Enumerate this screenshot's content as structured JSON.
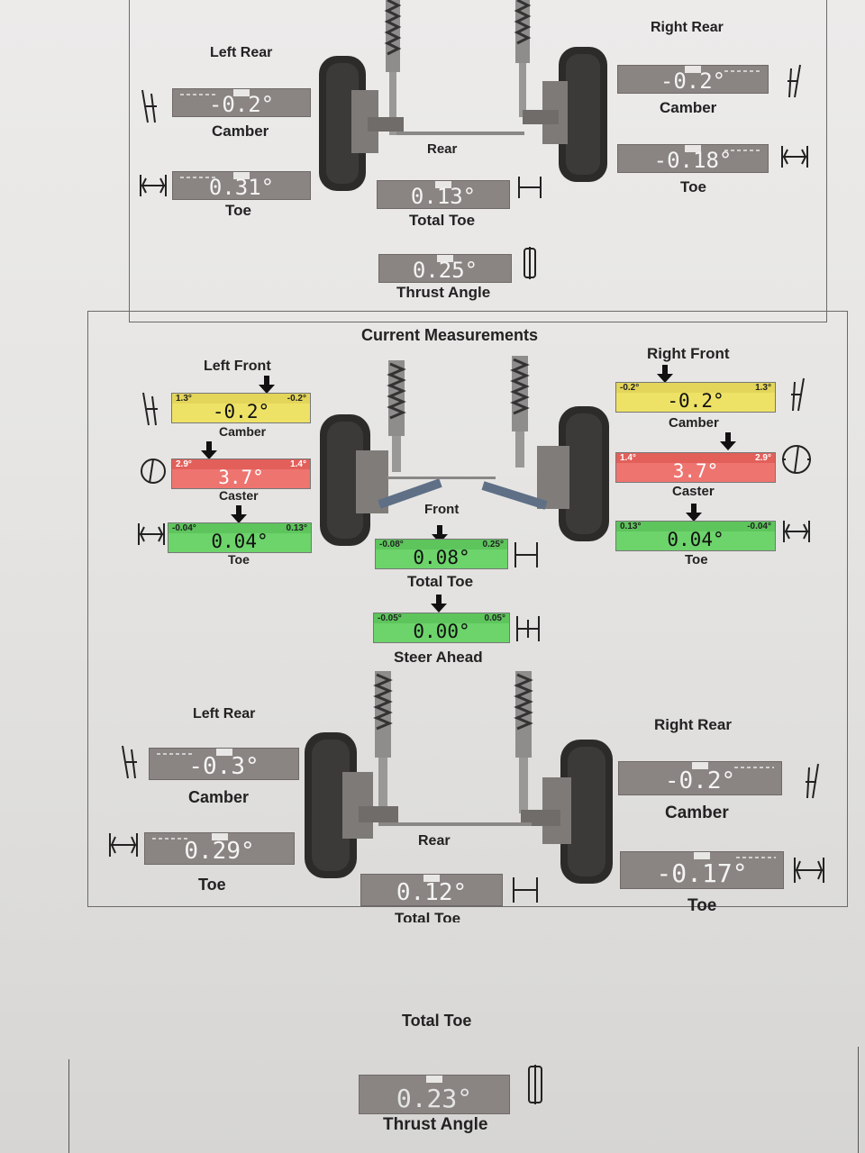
{
  "previous": {
    "left_rear": {
      "title": "Left Rear",
      "camber": {
        "value": "-0.2°",
        "label": "Camber"
      },
      "toe": {
        "value": "0.31°",
        "label": "Toe"
      }
    },
    "right_rear": {
      "title": "Right Rear",
      "camber": {
        "value": "-0.2°",
        "label": "Camber"
      },
      "toe": {
        "value": "-0.18°",
        "label": "Toe"
      }
    },
    "rear_label": "Rear",
    "total_toe": {
      "value": "0.13°",
      "label": "Total Toe"
    },
    "thrust_angle": {
      "value": "0.25°",
      "label": "Thrust Angle"
    }
  },
  "current": {
    "title": "Current Measurements",
    "left_front": {
      "title": "Left Front",
      "camber": {
        "min": "1.3°",
        "max": "-0.2°",
        "value": "-0.2°",
        "label": "Camber",
        "status": "yellow"
      },
      "caster": {
        "min": "2.9°",
        "max": "1.4°",
        "value": "3.7°",
        "label": "Caster",
        "status": "red"
      },
      "toe": {
        "min": "-0.04°",
        "max": "0.13°",
        "value": "0.04°",
        "label": "Toe",
        "status": "green"
      }
    },
    "right_front": {
      "title": "Right Front",
      "camber": {
        "min": "-0.2°",
        "max": "1.3°",
        "value": "-0.2°",
        "label": "Camber",
        "status": "yellow"
      },
      "caster": {
        "min": "1.4°",
        "max": "2.9°",
        "value": "3.7°",
        "label": "Caster",
        "status": "red"
      },
      "toe": {
        "min": "0.13°",
        "max": "-0.04°",
        "value": "0.04°",
        "label": "Toe",
        "status": "green"
      }
    },
    "front_label": "Front",
    "total_toe": {
      "min": "-0.08°",
      "max": "0.25°",
      "value": "0.08°",
      "label": "Total Toe",
      "status": "green"
    },
    "steer_ahead": {
      "min": "-0.05°",
      "max": "0.05°",
      "value": "0.00°",
      "label": "Steer Ahead",
      "status": "green"
    },
    "left_rear": {
      "title": "Left Rear",
      "camber": {
        "value": "-0.3°",
        "label": "Camber"
      },
      "toe": {
        "value": "0.29°",
        "label": "Toe"
      }
    },
    "right_rear": {
      "title": "Right Rear",
      "camber": {
        "value": "-0.2°",
        "label": "Camber"
      },
      "toe": {
        "value": "-0.17°",
        "label": "Toe"
      }
    },
    "rear_label": "Rear",
    "rear_total_toe": {
      "value": "0.12°",
      "label": "Total Toe"
    }
  },
  "bottom_sheet": {
    "partial_label": "Total Toe",
    "thrust_angle": {
      "value": "0.23°",
      "label": "Thrust Angle"
    }
  },
  "colors": {
    "yellow": "#eee266",
    "red": "#ee7470",
    "green": "#6dd36b",
    "gauge_gray": "#8a8482"
  }
}
